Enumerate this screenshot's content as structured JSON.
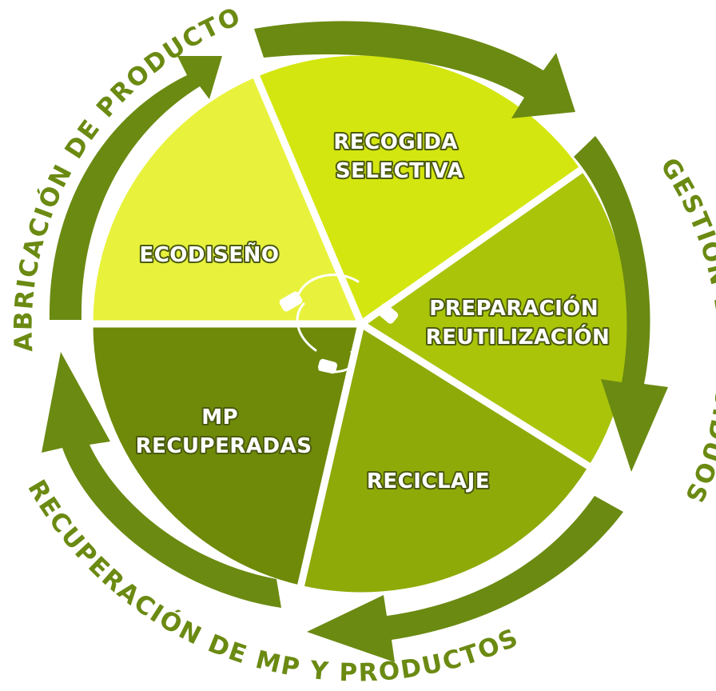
{
  "segments": [
    {
      "id": "recogida",
      "lines": [
        "RECOGIDA",
        "SELECTIVA"
      ],
      "color": "#d4e60f"
    },
    {
      "id": "preparacion",
      "lines": [
        "PREPARACIÓN",
        "REUTILIZACIÓN"
      ],
      "color": "#aac40a"
    },
    {
      "id": "reciclaje",
      "lines": [
        "RECICLAJE"
      ],
      "color": "#8eaa08"
    },
    {
      "id": "mp",
      "lines": [
        "MP",
        "RECUPERADAS"
      ],
      "color": "#6e8a08"
    },
    {
      "id": "ecodiseno",
      "lines": [
        "ECODISEÑO"
      ],
      "color": "#e8f23c"
    }
  ],
  "ring": {
    "fabricacion": "FABRICACIÓN DE PRODUCTOS",
    "gestion": "GESTIÓN DE RESIDUOS",
    "recuperacion": "RECUPERACIÓN DE MP Y PRODUCTOS",
    "arrow_color": "#6b8a12",
    "text_color": "#6b8a12"
  },
  "center_icon": "plug-cycle-icon"
}
